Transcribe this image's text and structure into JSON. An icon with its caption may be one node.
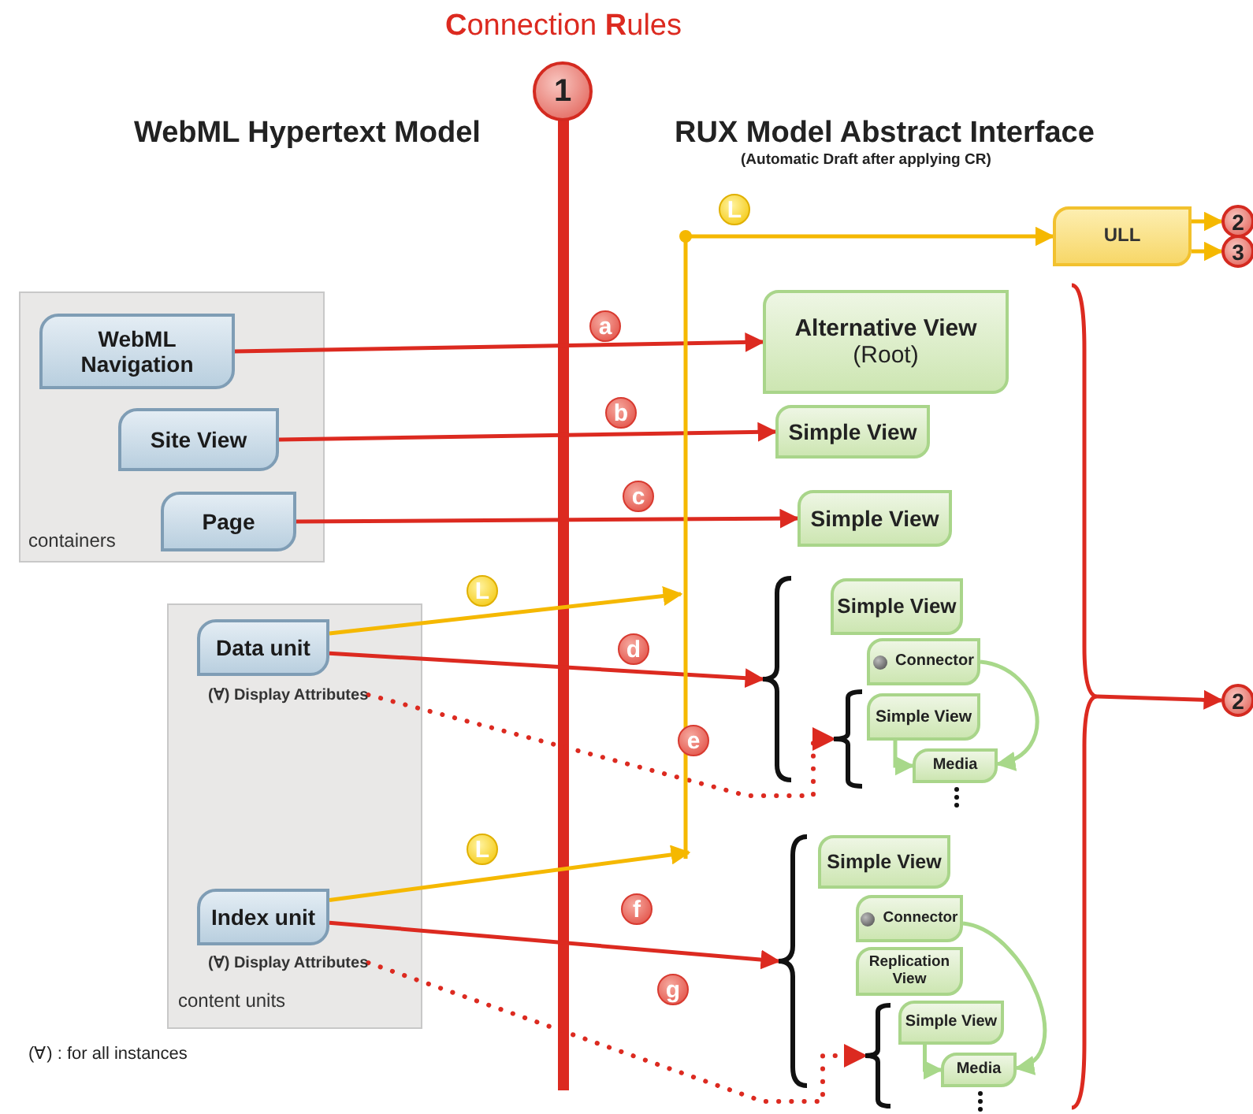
{
  "diagram": {
    "title": "**C**onnection **R**ules",
    "nodes": [
      {
        "text": [
          "containers"
        ]
      },
      {
        "text": [
          "WebML Navigation"
        ],
        "in": 0
      },
      {
        "text": [
          "Site View"
        ],
        "in": 0
      },
      {
        "text": [
          "Page"
        ],
        "in": 0
      },
      {
        "text": [
          "content units"
        ]
      },
      {
        "text": [
          "Data unit"
        ],
        "in": 4
      },
      {
        "text": [
          "(∀) Display Attributes"
        ],
        "in": 4
      },
      {
        "text": [
          "Index unit"
        ],
        "in": 4
      },
      {
        "text": [
          "(∀) Display Attributes"
        ],
        "in": 4
      },
      {
        "text": [
          "1"
        ]
      },
      {
        "text": [
          "ULL"
        ]
      },
      {
        "text": [
          "2"
        ]
      },
      {
        "text": [
          "3"
        ]
      },
      {
        "text": [
          "**Alternative View** (Root)"
        ]
      },
      {
        "text": [
          "Simple View"
        ]
      },
      {
        "text": [
          "Simple View"
        ]
      },
      {
        "text": [],
        "shape": "brace"
      },
      {
        "text": [
          "Simple View"
        ]
      },
      {
        "text": [
          "Connector"
        ]
      },
      {
        "text": [],
        "shape": "brace"
      },
      {
        "text": [
          "Simple View"
        ]
      },
      {
        "text": [
          "Media"
        ]
      },
      {
        "text": [],
        "shape": "brace"
      },
      {
        "text": [
          "Simple View"
        ]
      },
      {
        "text": [
          "Connector"
        ]
      },
      {
        "text": [
          "Replication View"
        ]
      },
      {
        "text": [],
        "shape": "brace"
      },
      {
        "text": [
          "Simple View"
        ]
      },
      {
        "text": [
          "Media"
        ]
      },
      {
        "text": [],
        "shape": "brace"
      },
      {
        "text": [
          "2"
        ]
      }
    ],
    "edges": [
      {
        "from": 1,
        "to": 13,
        "arrow": "to",
        "label": "a"
      },
      {
        "from": 2,
        "to": 14,
        "arrow": "to",
        "label": "b"
      },
      {
        "from": 3,
        "to": 15,
        "arrow": "to",
        "label": "c"
      },
      {
        "from": 5,
        "to": 16,
        "arrow": "to",
        "label": "d"
      },
      {
        "from": 6,
        "to": 19,
        "arrow": "to",
        "label": "e",
        "style": "dashed"
      },
      {
        "from": 7,
        "to": 22,
        "arrow": "to",
        "label": "f"
      },
      {
        "from": 8,
        "to": 26,
        "arrow": "to",
        "label": "g",
        "style": "dashed"
      },
      {
        "from": 5,
        "to": null,
        "arrow": "to",
        "label": "L",
        "color": "#f5b800"
      },
      {
        "from": 7,
        "to": null,
        "arrow": "to",
        "label": "L",
        "color": "#f5b800"
      },
      {
        "from": null,
        "to": 10,
        "arrow": "to",
        "label": "L",
        "color": "#f5b800"
      },
      {
        "from": 10,
        "to": 11,
        "arrow": "to",
        "color": "#f5b800"
      },
      {
        "from": 10,
        "to": 12,
        "arrow": "to",
        "color": "#f5b800"
      },
      {
        "from": 29,
        "to": 30,
        "arrow": "to"
      },
      {
        "from": 18,
        "to": 21,
        "arrow": "to",
        "color": "#a8d88a"
      },
      {
        "from": 20,
        "to": 21,
        "arrow": "to",
        "color": "#a8d88a"
      },
      {
        "from": 24,
        "to": 28,
        "arrow": "to",
        "color": "#a8d88a"
      },
      {
        "from": 27,
        "to": 28,
        "arrow": "to",
        "color": "#a8d88a"
      }
    ],
    "labels": [
      "WebML Hypertext Model",
      "RUX Model Abstract Interface",
      "(Automatic Draft after applying CR)",
      "(∀) : for all instances"
    ]
  }
}
